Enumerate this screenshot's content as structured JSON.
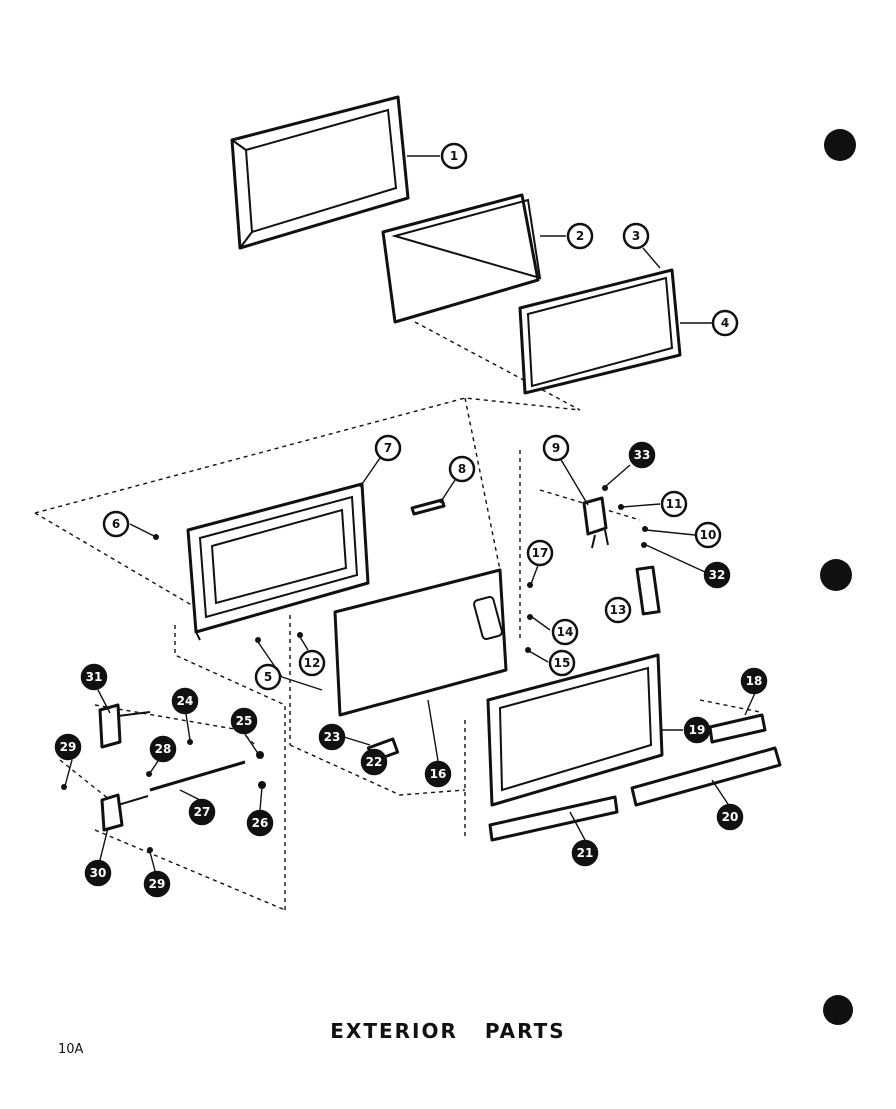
{
  "drawing": {
    "title": "EXTERIOR PARTS",
    "page_label": "10A",
    "ink_color": "#111111",
    "paper_color": "#ffffff"
  },
  "callouts": [
    {
      "id": "c1",
      "label": "1",
      "style": "open"
    },
    {
      "id": "c2",
      "label": "2",
      "style": "open"
    },
    {
      "id": "c3",
      "label": "3",
      "style": "open"
    },
    {
      "id": "c4",
      "label": "4",
      "style": "open"
    },
    {
      "id": "c5",
      "label": "5",
      "style": "open"
    },
    {
      "id": "c6",
      "label": "6",
      "style": "open"
    },
    {
      "id": "c7",
      "label": "7",
      "style": "open"
    },
    {
      "id": "c8",
      "label": "8",
      "style": "open"
    },
    {
      "id": "c9",
      "label": "9",
      "style": "open"
    },
    {
      "id": "c33",
      "label": "33",
      "style": "filled"
    },
    {
      "id": "c11",
      "label": "11",
      "style": "open"
    },
    {
      "id": "c10",
      "label": "10",
      "style": "open"
    },
    {
      "id": "c32",
      "label": "32",
      "style": "filled"
    },
    {
      "id": "c13",
      "label": "13",
      "style": "open"
    },
    {
      "id": "c17",
      "label": "17",
      "style": "open"
    },
    {
      "id": "c14",
      "label": "14",
      "style": "open"
    },
    {
      "id": "c15",
      "label": "15",
      "style": "open"
    },
    {
      "id": "c12",
      "label": "12",
      "style": "open"
    },
    {
      "id": "c23",
      "label": "23",
      "style": "filled"
    },
    {
      "id": "c22",
      "label": "22",
      "style": "filled"
    },
    {
      "id": "c16",
      "label": "16",
      "style": "filled"
    },
    {
      "id": "c18",
      "label": "18",
      "style": "filled"
    },
    {
      "id": "c19",
      "label": "19",
      "style": "filled"
    },
    {
      "id": "c20",
      "label": "20",
      "style": "filled"
    },
    {
      "id": "c21",
      "label": "21",
      "style": "filled"
    },
    {
      "id": "c31",
      "label": "31",
      "style": "filled"
    },
    {
      "id": "c24",
      "label": "24",
      "style": "filled"
    },
    {
      "id": "c25",
      "label": "25",
      "style": "filled"
    },
    {
      "id": "c29a",
      "label": "29",
      "style": "filled"
    },
    {
      "id": "c28",
      "label": "28",
      "style": "filled"
    },
    {
      "id": "c27",
      "label": "27",
      "style": "filled"
    },
    {
      "id": "c26",
      "label": "26",
      "style": "filled"
    },
    {
      "id": "c30",
      "label": "30",
      "style": "filled"
    },
    {
      "id": "c29b",
      "label": "29",
      "style": "filled"
    }
  ]
}
